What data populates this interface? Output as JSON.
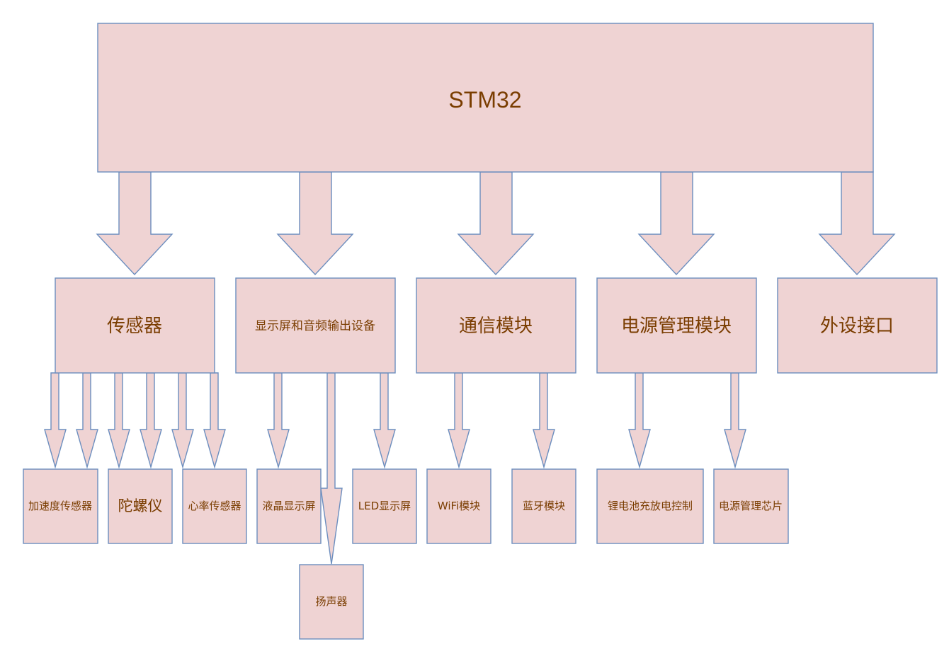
{
  "root": {
    "label": "STM32"
  },
  "modules": [
    {
      "label": "传感器"
    },
    {
      "label": "显示屏和音频输出设备"
    },
    {
      "label": "通信模块"
    },
    {
      "label": "电源管理模块"
    },
    {
      "label": "外设接口"
    }
  ],
  "components": [
    {
      "label": "加速度传感器"
    },
    {
      "label": "陀螺仪"
    },
    {
      "label": "心率传感器"
    },
    {
      "label": "液晶显示屏"
    },
    {
      "label": "LED显示屏"
    },
    {
      "label": "WiFi模块"
    },
    {
      "label": "蓝牙模块"
    },
    {
      "label": "锂电池充放电控制"
    },
    {
      "label": "电源管理芯片"
    },
    {
      "label": "扬声器"
    }
  ],
  "colors": {
    "fill": "#efd3d3",
    "stroke": "#6c8ebf",
    "text": "#7a3d00"
  }
}
